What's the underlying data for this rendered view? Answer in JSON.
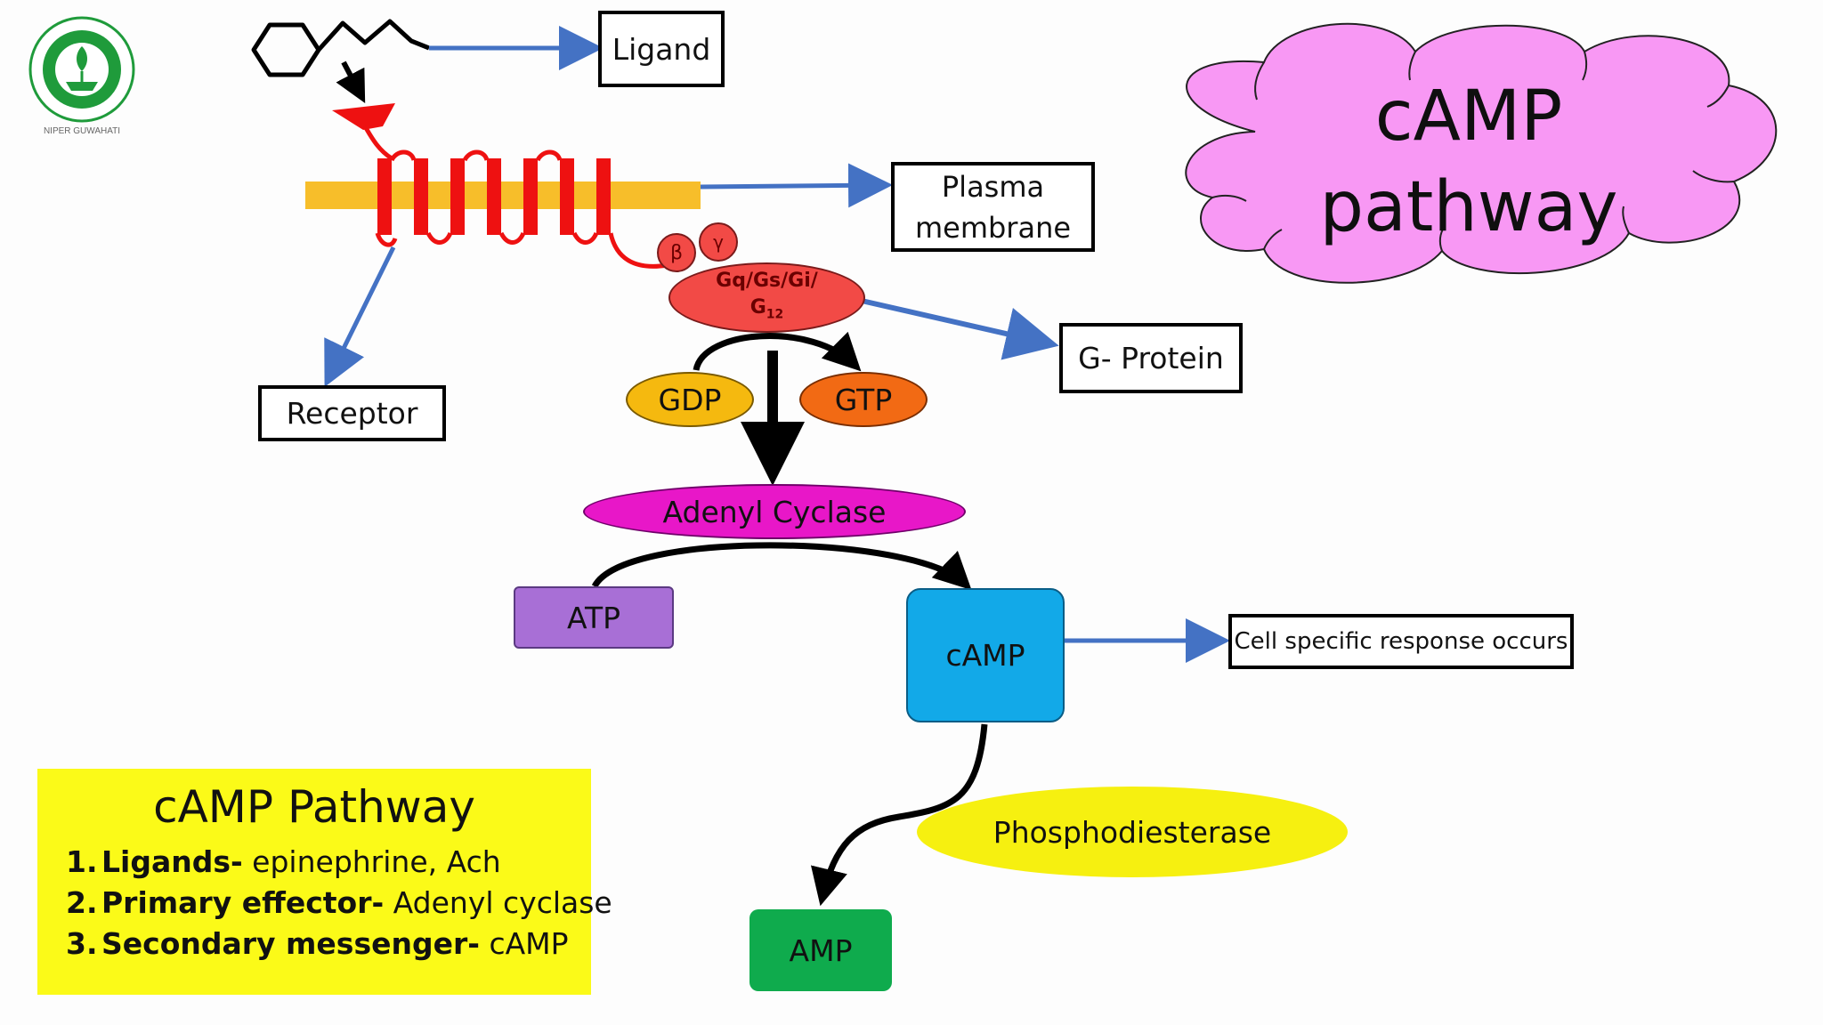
{
  "title": {
    "line1": "cAMP",
    "line2": "pathway"
  },
  "labels": {
    "ligand": "Ligand",
    "plasma_line1": "Plasma",
    "plasma_line2": "membrane",
    "receptor": "Receptor",
    "g_protein": "G- Protein",
    "cell_response": "Cell specific response occurs"
  },
  "g_protein_complex": {
    "alpha_line1": "Gq/Gs/Gi/",
    "alpha_line2_base": "G",
    "alpha_line2_sub": "12",
    "beta": "β",
    "gamma": "γ"
  },
  "nodes": {
    "gdp": "GDP",
    "gtp": "GTP",
    "adenyl_cyclase": "Adenyl Cyclase",
    "atp": "ATP",
    "camp": "cAMP",
    "phosphodiesterase": "Phosphodiesterase",
    "amp": "AMP"
  },
  "summary": {
    "title": "cAMP Pathway",
    "items": [
      {
        "num": "1.",
        "term": "Ligands-",
        "desc": " epinephrine, Ach"
      },
      {
        "num": "2.",
        "term": "Primary effector-",
        "desc": " Adenyl cyclase"
      },
      {
        "num": "3.",
        "term": "Secondary messenger-",
        "desc": " cAMP"
      }
    ]
  },
  "logo": {
    "text": "NIPER GUWAHATI",
    "color": "#1f9b3b"
  },
  "colors": {
    "membrane": "#f7be2a",
    "receptor": "#ee1111",
    "pointer_arrow": "#4472c4",
    "cloud": "#f898f4",
    "summary_bg": "#fbfa18"
  }
}
